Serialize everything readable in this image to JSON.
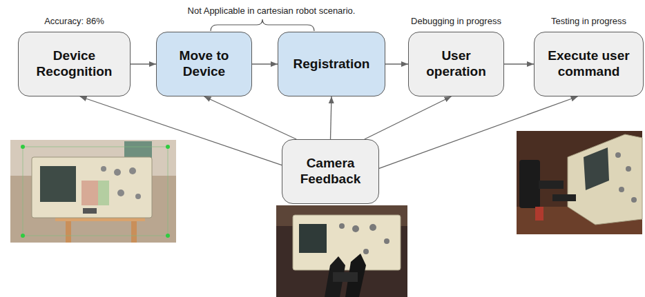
{
  "diagram": {
    "nodes": [
      {
        "text": [
          "Accuracy: 86%",
          "Device Recognition"
        ]
      },
      {
        "text": [
          "Move to Device"
        ]
      },
      {
        "text": [
          "Registration"
        ]
      },
      {
        "text": [
          "Debugging in progress",
          "User operation"
        ]
      },
      {
        "text": [
          "Testing in progress",
          "Execute user command"
        ]
      },
      {
        "text": [
          "Camera Feedback"
        ]
      }
    ],
    "edges": [
      {
        "from": 0,
        "to": 1,
        "arrow": "to"
      },
      {
        "from": 1,
        "to": 2,
        "arrow": "to"
      },
      {
        "from": 2,
        "to": 3,
        "arrow": "to"
      },
      {
        "from": 3,
        "to": 4,
        "arrow": "to"
      },
      {
        "from": 5,
        "to": 0,
        "arrow": "to"
      },
      {
        "from": 5,
        "to": 1,
        "arrow": "to"
      },
      {
        "from": 5,
        "to": 2,
        "arrow": "to"
      },
      {
        "from": 5,
        "to": 3,
        "arrow": "to"
      },
      {
        "from": 5,
        "to": 4,
        "arrow": "to"
      }
    ],
    "labels": [
      "Not Applicable in cartesian robot scenario."
    ]
  }
}
